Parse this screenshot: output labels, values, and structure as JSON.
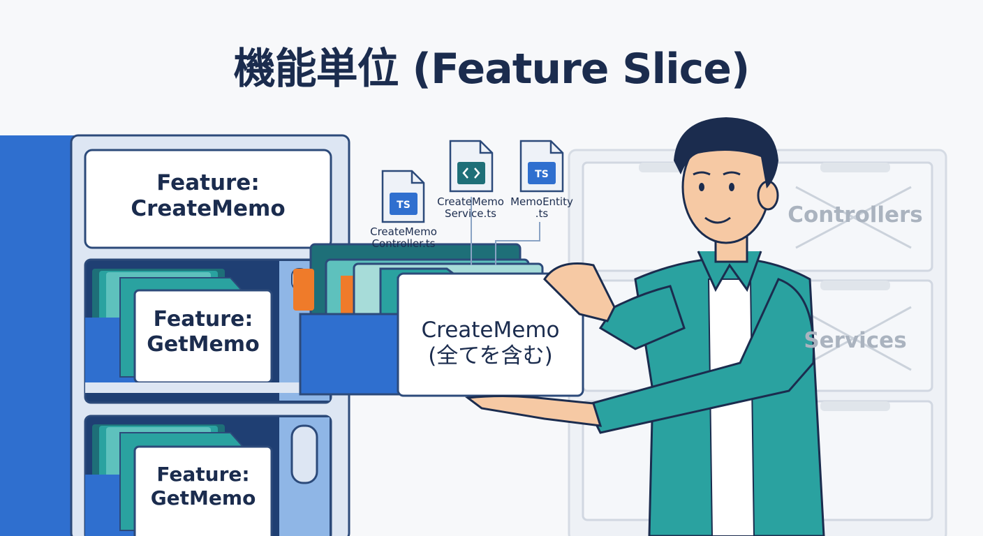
{
  "title": "機能単位 (Feature Slice)",
  "cabinet": {
    "top_label": [
      "Feature:",
      "CreateMemo"
    ],
    "drawer_middle_label": [
      "Feature:",
      "GetMemo"
    ],
    "drawer_bottom_label": [
      "Feature:",
      "GetMemo"
    ]
  },
  "files": [
    {
      "icon": "ts-file-icon",
      "badge": "TS",
      "label": [
        "CreateMemo",
        "Controller.ts"
      ]
    },
    {
      "icon": "code-file-icon",
      "badge": "<>",
      "label": [
        "CreateMemo",
        "Service.ts"
      ]
    },
    {
      "icon": "ts-file-icon",
      "badge": "TS",
      "label": [
        "MemoEntity",
        ".ts"
      ]
    }
  ],
  "held_folder_label": [
    "CreateMemo",
    "(全てを含む)"
  ],
  "old_cabinet": {
    "drawer_labels": [
      "Controllers",
      "Services"
    ]
  },
  "colors": {
    "navy": "#1b2c4e",
    "blue": "#2f6fcf",
    "teal": "#2aa2a0",
    "pale_blue": "#dde6f3",
    "orange": "#ef7b2a"
  }
}
